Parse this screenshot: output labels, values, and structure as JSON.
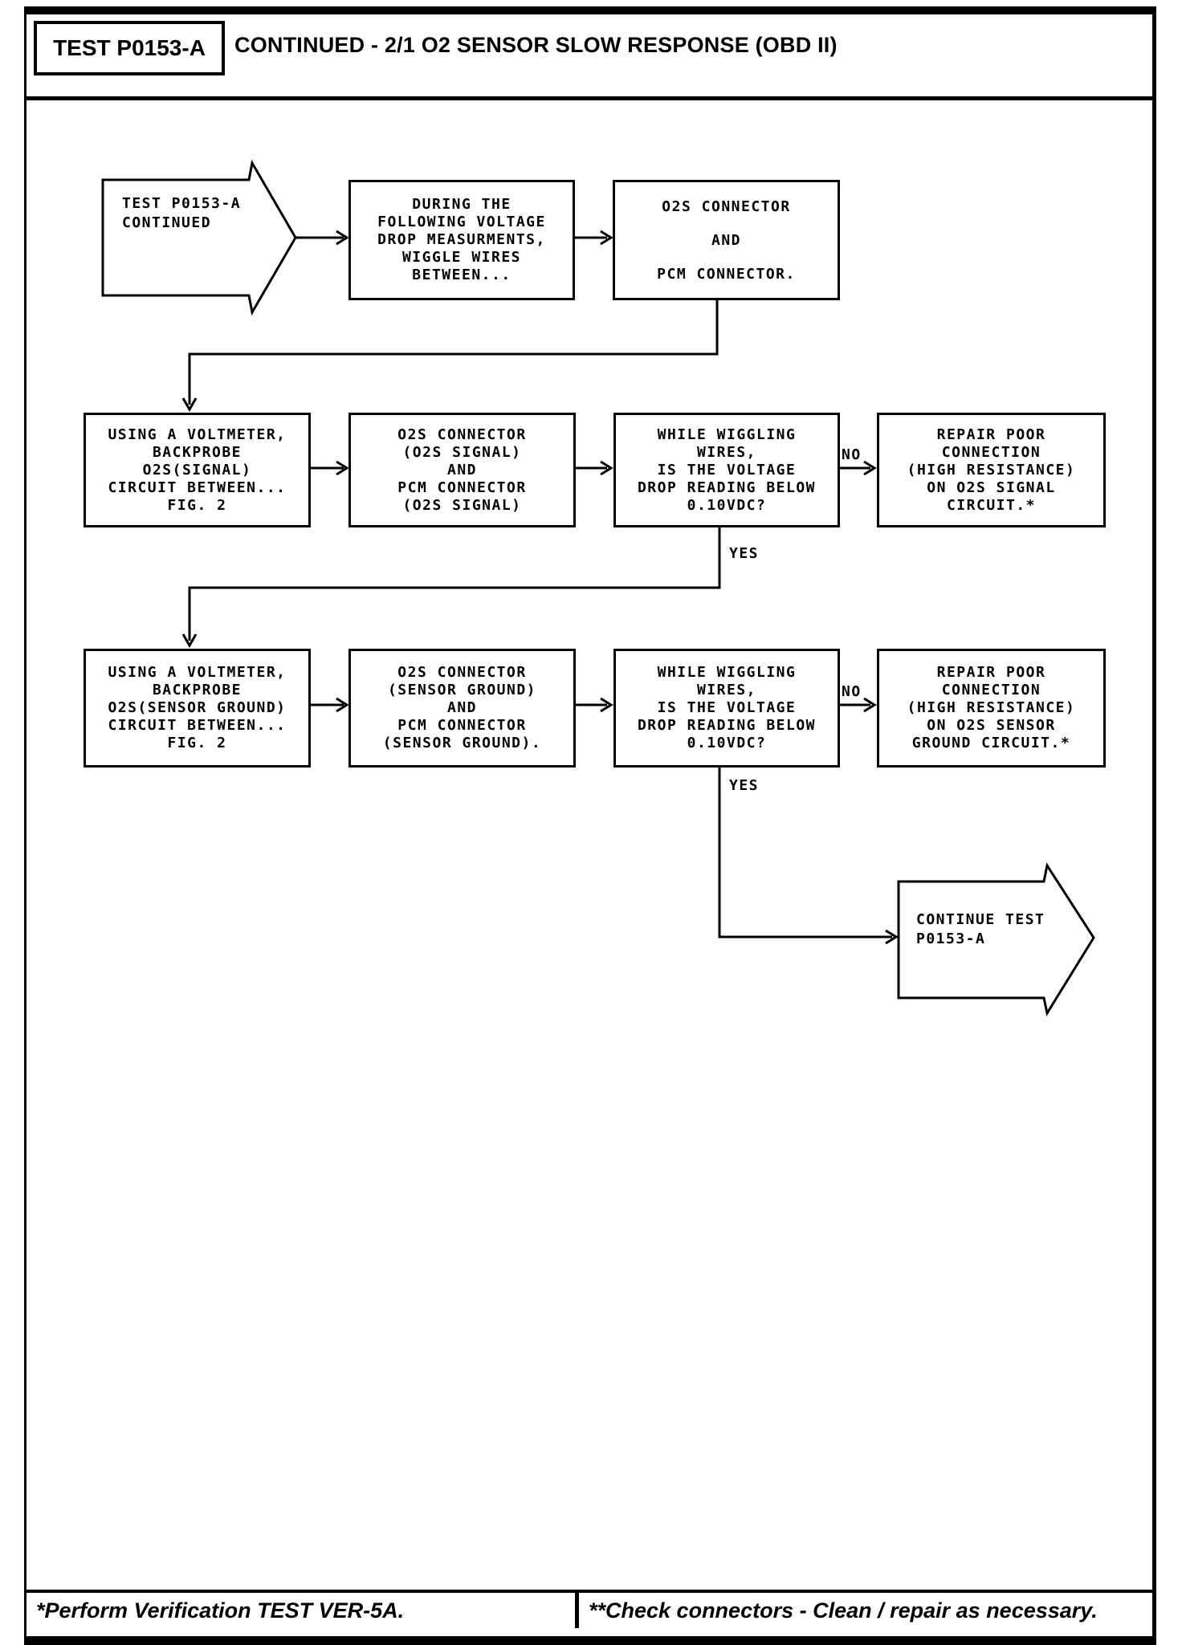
{
  "colors": {
    "ink": "#000000",
    "paper": "#ffffff"
  },
  "header": {
    "test_label": "TEST P0153-A",
    "title": "CONTINUED - 2/1 O2 SENSOR SLOW RESPONSE (OBD II)"
  },
  "flowchart": {
    "start": [
      "TEST P0153-A",
      "CONTINUED"
    ],
    "during": [
      "DURING THE",
      "FOLLOWING VOLTAGE",
      "DROP MEASURMENTS,",
      "WIGGLE WIRES",
      "BETWEEN..."
    ],
    "connectors_intro": [
      "O2S CONNECTOR",
      "",
      "AND",
      "",
      "PCM CONNECTOR."
    ],
    "signal": {
      "backprobe": [
        "USING A VOLTMETER,",
        "BACKPROBE",
        "O2S(SIGNAL)",
        "CIRCUIT BETWEEN...",
        "FIG. 2"
      ],
      "connector": [
        "O2S CONNECTOR",
        "(O2S SIGNAL)",
        "AND",
        "PCM CONNECTOR",
        "(O2S SIGNAL)"
      ],
      "decision": [
        "WHILE WIGGLING",
        "WIRES,",
        "IS THE VOLTAGE",
        "DROP READING BELOW",
        "0.10VDC?"
      ],
      "repair": [
        "REPAIR POOR",
        "CONNECTION",
        "(HIGH RESISTANCE)",
        "ON O2S SIGNAL",
        "CIRCUIT.*"
      ]
    },
    "ground": {
      "backprobe": [
        "USING A VOLTMETER,",
        "BACKPROBE",
        "O2S(SENSOR GROUND)",
        "CIRCUIT BETWEEN...",
        "FIG. 2"
      ],
      "connector": [
        "O2S CONNECTOR",
        "(SENSOR GROUND)",
        "AND",
        "PCM CONNECTOR",
        "(SENSOR GROUND)."
      ],
      "decision": [
        "WHILE WIGGLING",
        "WIRES,",
        "IS THE VOLTAGE",
        "DROP READING BELOW",
        "0.10VDC?"
      ],
      "repair": [
        "REPAIR POOR",
        "CONNECTION",
        "(HIGH RESISTANCE)",
        "ON O2S SENSOR",
        "GROUND CIRCUIT.*"
      ]
    },
    "continue": [
      "CONTINUE TEST",
      "P0153-A"
    ],
    "yes_label": "YES",
    "no_label": "NO"
  },
  "footer": {
    "left_note": "*Perform Verification TEST VER-5A.",
    "right_note": "**Check connectors - Clean / repair as necessary."
  }
}
